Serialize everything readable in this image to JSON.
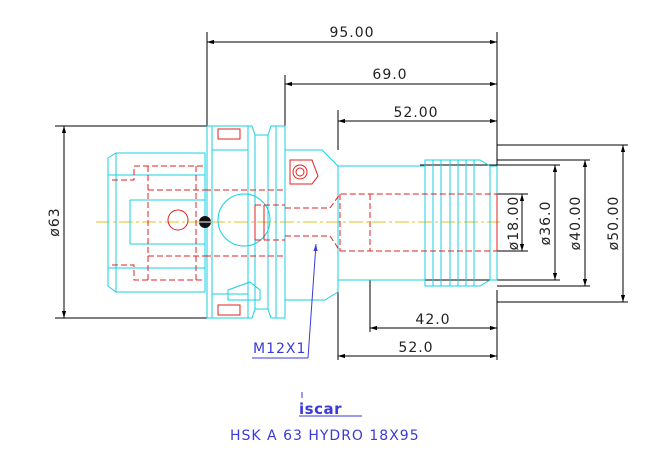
{
  "drawing": {
    "dimensions": {
      "overall_length": "95.00",
      "mid_length": "69.0",
      "bore_length": "52.00",
      "lower_length_1": "42.0",
      "lower_length_2": "52.0",
      "flange_diameter": "ø63",
      "bore_diameter": "ø18.00",
      "inner_diameter": "ø36.0",
      "body_diameter": "ø40.00",
      "collar_diameter": "ø50.00"
    },
    "callout": {
      "thread_label": "M12X1"
    },
    "logo": {
      "brand_text": "iscar"
    },
    "title": {
      "product_name": "HSK A 63 HYDRO 18X95"
    },
    "colors": {
      "dimension_lines": "#000000",
      "outline": "#17d0e0",
      "hidden_lines": "#e02020",
      "annotation": "#3a3ad8",
      "center_line": "#e0c020"
    }
  }
}
